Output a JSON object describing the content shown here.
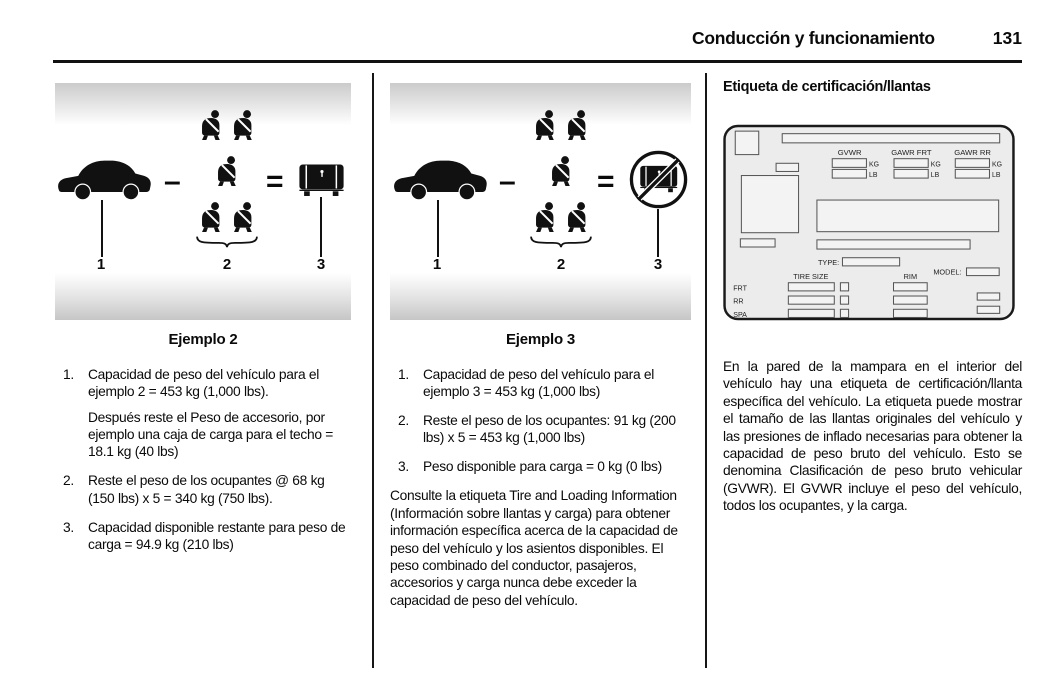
{
  "header": {
    "title": "Conducción y funcionamiento",
    "page_number": "131"
  },
  "example2": {
    "caption": "Ejemplo 2",
    "figure": {
      "minus": "–",
      "equals": "=",
      "labels": [
        "1",
        "2",
        "3"
      ]
    },
    "items": [
      {
        "num": "1.",
        "paras": [
          "Capacidad de peso del vehículo para el ejemplo 2 = 453 kg (1,000 lbs).",
          "Después reste el Peso de accesorio, por ejemplo una caja de carga para el techo = 18.1 kg (40 lbs)"
        ]
      },
      {
        "num": "2.",
        "paras": [
          "Reste el peso de los ocupantes @ 68 kg (150 lbs) x 5 = 340 kg (750 lbs)."
        ]
      },
      {
        "num": "3.",
        "paras": [
          "Capacidad disponible restante para peso de carga = 94.9 kg (210 lbs)"
        ]
      }
    ]
  },
  "example3": {
    "caption": "Ejemplo 3",
    "figure": {
      "minus": "–",
      "equals": "=",
      "labels": [
        "1",
        "2",
        "3"
      ]
    },
    "items": [
      {
        "num": "1.",
        "paras": [
          "Capacidad de peso del vehículo para el ejemplo 3 = 453 kg (1,000 lbs)"
        ]
      },
      {
        "num": "2.",
        "paras": [
          "Reste el peso de los ocupantes: 91 kg (200 lbs) x 5 = 453 kg (1,000 lbs)"
        ]
      },
      {
        "num": "3.",
        "paras": [
          "Peso disponible para carga = 0 kg (0 lbs)"
        ]
      }
    ],
    "paragraph": "Consulte la etiqueta Tire and Loading Information (Información sobre llantas y carga) para obtener información específica acerca de la capacidad de peso del vehículo y los asientos disponibles. El peso combinado del conductor, pasajeros, accesorios y carga nunca debe exceder la capacidad de peso del vehículo."
  },
  "certification": {
    "heading": "Etiqueta de certificación/llantas",
    "label": {
      "columns": [
        {
          "name": "GVWR",
          "kg": "KG",
          "lb": "LB"
        },
        {
          "name": "GAWR FRT",
          "kg": "KG",
          "lb": "LB"
        },
        {
          "name": "GAWR RR",
          "kg": "KG",
          "lb": "LB"
        }
      ],
      "type": "TYPE:",
      "model": "MODEL:",
      "tire_size": "TIRE SIZE",
      "rim": "RIM",
      "rows": [
        "FRT",
        "RR",
        "SPA"
      ]
    },
    "paragraph": "En la pared de la mampara en el interior del vehículo hay una etiqueta de certificación/llanta específica del vehículo. La etiqueta puede mostrar el tamaño de las llantas originales del vehículo y las presiones de inflado necesarias para obtener la capacidad de peso bruto del vehículo. Esto se denomina Clasificación de peso bruto vehicular (GVWR). El GVWR incluye el peso del vehículo, todos los ocupantes, y la carga."
  },
  "colors": {
    "ink": "#111111",
    "label_bg": "#ececec",
    "band_gray": "#c9c9c9"
  }
}
